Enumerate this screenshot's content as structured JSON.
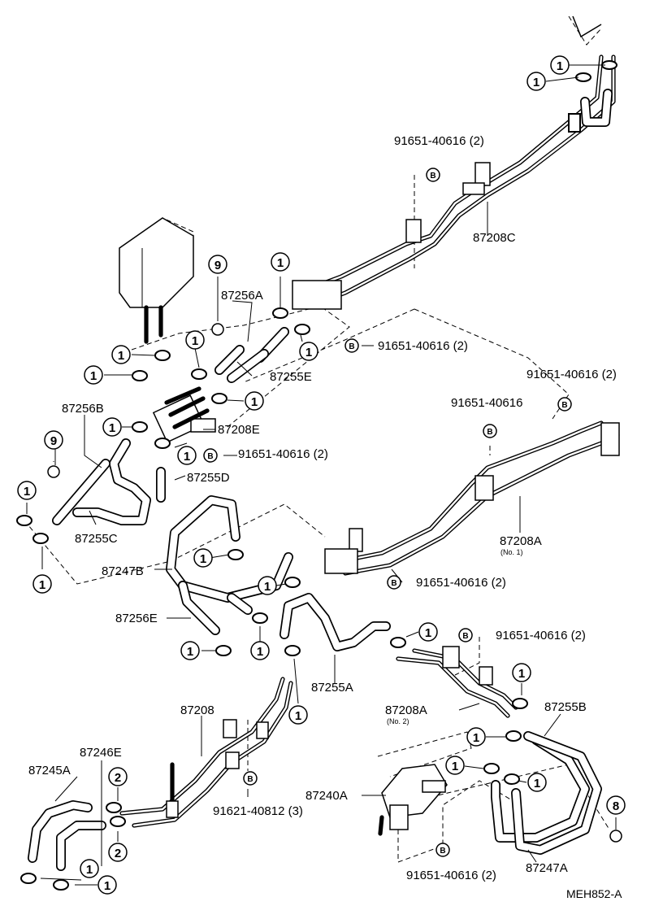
{
  "diagram_code": "MEH852-A",
  "part_labels": [
    {
      "id": "87208C",
      "text": "87208C"
    },
    {
      "id": "87256A",
      "text": "87256A"
    },
    {
      "id": "87255E",
      "text": "87255E"
    },
    {
      "id": "87256B",
      "text": "87256B"
    },
    {
      "id": "87208E",
      "text": "87208E"
    },
    {
      "id": "87255D",
      "text": "87255D"
    },
    {
      "id": "87255C",
      "text": "87255C"
    },
    {
      "id": "87208A-1",
      "text": "87208A",
      "sub": "(No. 1)"
    },
    {
      "id": "87247B",
      "text": "87247B"
    },
    {
      "id": "87256E",
      "text": "87256E"
    },
    {
      "id": "87255A",
      "text": "87255A"
    },
    {
      "id": "87208A-2",
      "text": "87208A",
      "sub": "(No. 2)"
    },
    {
      "id": "87255B",
      "text": "87255B"
    },
    {
      "id": "87208",
      "text": "87208"
    },
    {
      "id": "87246E",
      "text": "87246E"
    },
    {
      "id": "87245A",
      "text": "87245A"
    },
    {
      "id": "87240A",
      "text": "87240A"
    },
    {
      "id": "87247A",
      "text": "87247A"
    }
  ],
  "bolt_labels": [
    {
      "id": "b1",
      "text": "91651-40616 (2)"
    },
    {
      "id": "b2",
      "text": "91651-40616 (2)"
    },
    {
      "id": "b3",
      "text": "91651-40616 (2)"
    },
    {
      "id": "b4",
      "text": "91651-40616"
    },
    {
      "id": "b5",
      "text": "91651-40616 (2)"
    },
    {
      "id": "b6",
      "text": "91651-40616 (2)"
    },
    {
      "id": "b7",
      "text": "91651-40616 (2)"
    },
    {
      "id": "b8",
      "text": "91621-40812 (3)"
    },
    {
      "id": "b9",
      "text": "91651-40616 (2)"
    }
  ],
  "callouts": {
    "one": "1",
    "two": "2",
    "eight": "8",
    "nine": "9",
    "bolt": "B"
  }
}
